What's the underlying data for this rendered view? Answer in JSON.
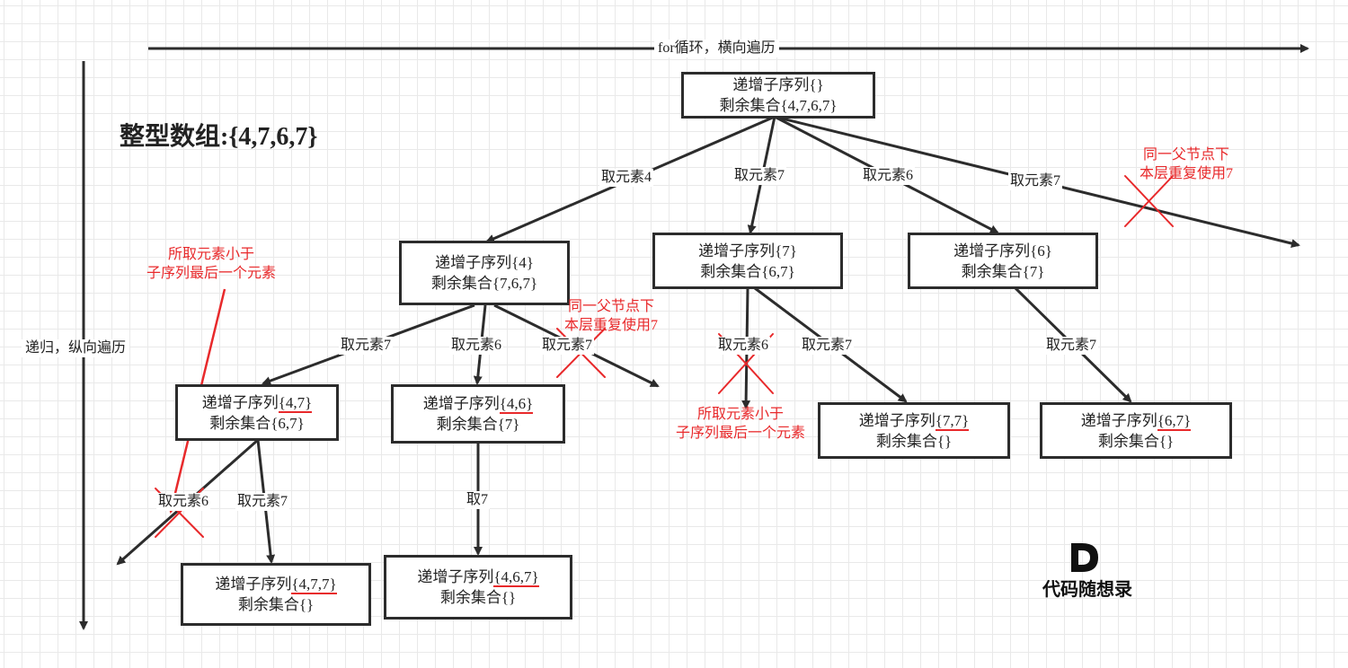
{
  "axes": {
    "horizontal_label": "for循环，横向遍历",
    "vertical_label": "递归，纵向遍历"
  },
  "array_title": "整型数组:{4,7,6,7}",
  "nodes": {
    "root": {
      "line1": "递增子序列{}",
      "line2": "剩余集合{4,7,6,7}"
    },
    "n4": {
      "line1": "递增子序列{4}",
      "line2": "剩余集合{7,6,7}"
    },
    "n7": {
      "line1": "递增子序列{7}",
      "line2": "剩余集合{6,7}"
    },
    "n6": {
      "line1": "递增子序列{6}",
      "line2": "剩余集合{7}"
    },
    "n47": {
      "prefix": "递增子序列",
      "seq": "{4,7}",
      "line2": "剩余集合{6,7}"
    },
    "n46": {
      "prefix": "递增子序列",
      "seq": "{4,6}",
      "line2": "剩余集合{7}"
    },
    "n77": {
      "prefix": "递增子序列",
      "seq": "{7,7}",
      "line2": "剩余集合{}"
    },
    "n67": {
      "prefix": "递增子序列",
      "seq": "{6,7}",
      "line2": "剩余集合{}"
    },
    "n477": {
      "prefix": "递增子序列",
      "seq": "{4,7,7}",
      "line2": "剩余集合{}"
    },
    "n467": {
      "prefix": "递增子序列",
      "seq": "{4,6,7}",
      "line2": "剩余集合{}"
    }
  },
  "edge_labels": {
    "root_4": "取元素4",
    "root_7": "取元素7",
    "root_6": "取元素6",
    "root_7b": "取元素7",
    "n4_7": "取元素7",
    "n4_6": "取元素6",
    "n4_7b": "取元素7",
    "n7_6": "取元素6",
    "n7_7": "取元素7",
    "n6_7": "取元素7",
    "n47_6": "取元素6",
    "n47_7": "取元素7",
    "n46_7": "取7"
  },
  "annotations": {
    "same_parent_1_line1": "同一父节点下",
    "same_parent_1_line2": "本层重复使用7",
    "same_parent_2_line1": "同一父节点下",
    "same_parent_2_line2": "本层重复使用7",
    "smaller_1_line1": "所取元素小于",
    "smaller_1_line2": "子序列最后一个元素",
    "smaller_2_line1": "所取元素小于",
    "smaller_2_line2": "子序列最后一个元素"
  },
  "logo": {
    "text": "代码随想录"
  },
  "colors": {
    "accent_red": "#e8292b",
    "line": "#2c2c2c"
  }
}
